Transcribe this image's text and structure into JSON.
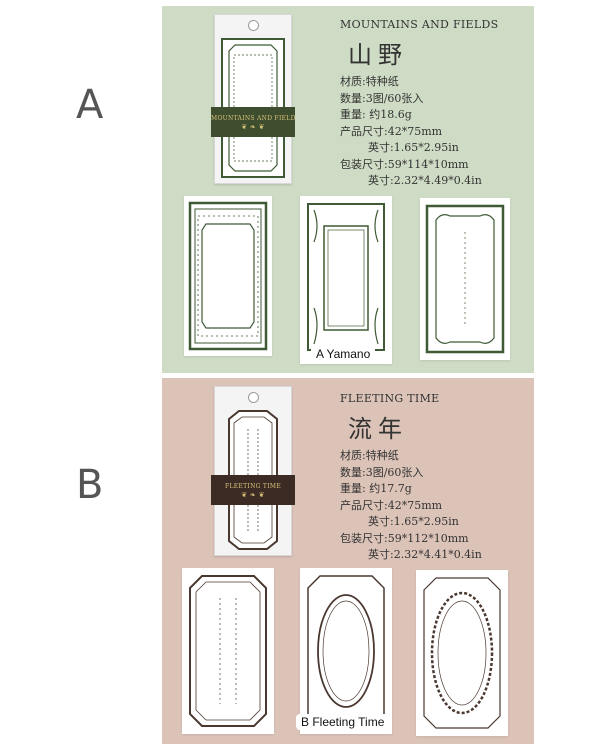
{
  "products": [
    {
      "letter": "A",
      "package_band_title": "MOUNTAINS AND FIELDS",
      "title_en": "MOUNTAINS AND FIELDS",
      "title_cn": "山野",
      "specs": {
        "material": "材质:特种纸",
        "quantity": "数量:3图/60张入",
        "weight": "重量: 约18.6g",
        "product_size": "产品尺寸:42*75mm",
        "product_size_in": "英寸:1.65*2.95in",
        "package_size": "包装尺寸:59*114*10mm",
        "package_size_in": "英寸:2.32*4.49*0.4in"
      },
      "caption": "A Yamano",
      "colors": {
        "panel": "#cfdcc5",
        "frame": "#3f5a34",
        "band": "#3d4d2e"
      }
    },
    {
      "letter": "B",
      "package_band_title": "FLEETING TIME",
      "title_en": "FLEETING TIME",
      "title_cn": "流年",
      "specs": {
        "material": "材质:特种纸",
        "quantity": "数量:3图/60张入",
        "weight": "重量: 约17.7g",
        "product_size": "产品尺寸:42*75mm",
        "product_size_in": "英寸:1.65*2.95in",
        "package_size": "包装尺寸:59*112*10mm",
        "package_size_in": "英寸:2.32*4.41*0.4in"
      },
      "caption": "B Fleeting Time",
      "colors": {
        "panel": "#dcc3b8",
        "frame": "#4a3830",
        "band": "#3b2b24"
      }
    }
  ]
}
